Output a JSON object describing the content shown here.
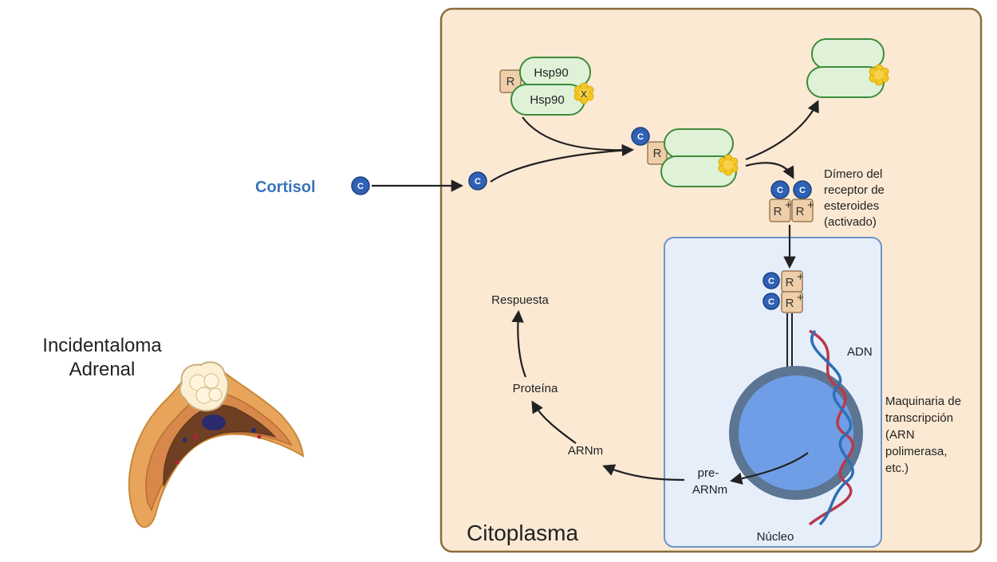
{
  "labels": {
    "cortisol": "Cortisol",
    "incidentaloma_line1": "Incidentaloma",
    "incidentaloma_line2": "Adrenal",
    "citoplasma": "Citoplasma",
    "nucleo": "Núcleo",
    "adn": "ADN",
    "hsp90_top": "Hsp90",
    "hsp90_bottom": "Hsp90",
    "hsp_x": "x",
    "receptor": "R",
    "receptor_active": "R",
    "receptor_active_sup": "+",
    "cortisol_badge": "C",
    "dimer_lines": [
      "Dímero del",
      "receptor de",
      "esteroides",
      "(activado)"
    ],
    "machinery_lines": [
      "Maquinaria de",
      "transcripción",
      "(ARN",
      "polimerasa,",
      "etc.)"
    ],
    "pre_arnm_lines": [
      "pre-",
      "ARNm"
    ],
    "arnm": "ARNm",
    "proteina": "Proteína",
    "respuesta": "Respuesta"
  },
  "colors": {
    "cytoplasm_fill": "#fbe9d3",
    "cytoplasm_border": "#8a6d3b",
    "nucleus_area_fill": "#e6eefa",
    "nucleus_area_border": "#6f94c8",
    "nucleus_fill": "#6f9ee6",
    "nucleus_ring": "#5b7592",
    "hsp_fill": "#dff2d8",
    "hsp_border": "#3d8b3a",
    "receptor_fill": "#efcfa9",
    "receptor_border": "#9a7a55",
    "cortisol_badge": "#2f62b5",
    "cortisol_text": "#3a74b8",
    "flower": "#f4c623",
    "dna_red": "#b83a4a",
    "dna_blue": "#2f6fb5"
  }
}
